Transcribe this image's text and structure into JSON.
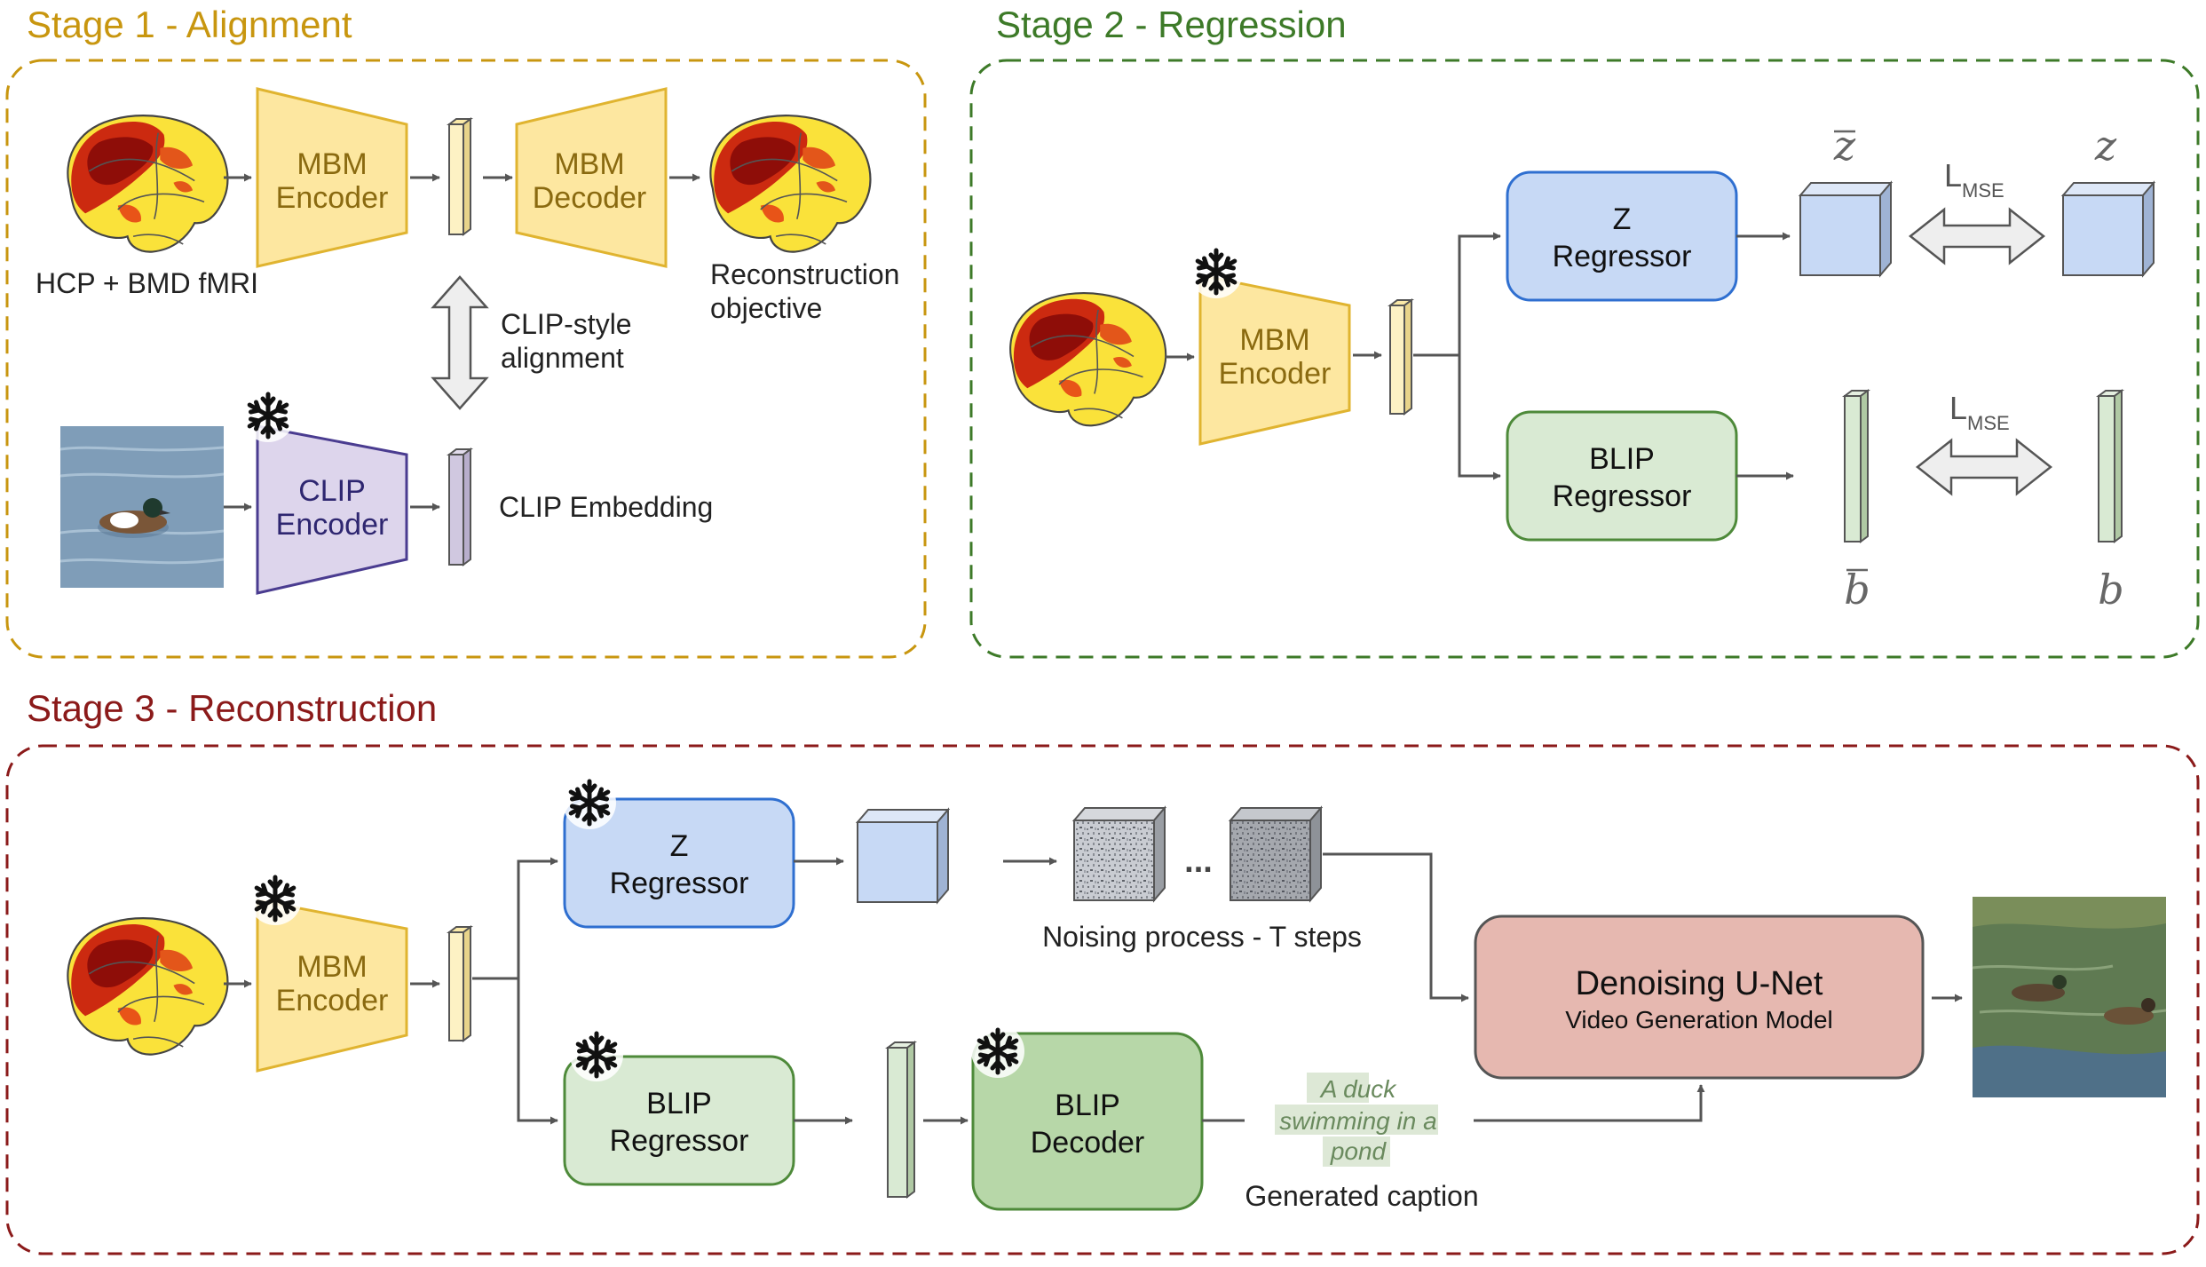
{
  "colors": {
    "stage1": "#c8960f",
    "stage2": "#3d7a28",
    "stage3": "#8b1a1a",
    "mbm_fill": "#fde7a0",
    "mbm_stroke": "#e0b430",
    "mbm_text": "#8a6a10",
    "clip_fill": "#ddd5ec",
    "clip_stroke": "#4a3c90",
    "clip_text": "#2e2670",
    "z_fill": "#c7d9f5",
    "z_stroke": "#2f6fd0",
    "blip_fill": "#d9ead3",
    "blip_stroke": "#4e8a3a",
    "blip_dec_fill": "#b7d7a8",
    "unet_fill": "#e6b8b0",
    "unet_stroke": "#555555"
  },
  "stage1": {
    "title": "Stage 1 - Alignment",
    "input_label": "HCP + BMD fMRI",
    "mbm_encoder": [
      "MBM",
      "Encoder"
    ],
    "mbm_decoder": [
      "MBM",
      "Decoder"
    ],
    "reconstruction_objective": [
      "Reconstruction",
      "objective"
    ],
    "alignment": [
      "CLIP-style",
      "alignment"
    ],
    "clip_encoder": [
      "CLIP",
      "Encoder"
    ],
    "clip_embedding": "CLIP Embedding"
  },
  "stage2": {
    "title": "Stage 2 - Regression",
    "mbm_encoder": [
      "MBM",
      "Encoder"
    ],
    "z_regressor": [
      "Z",
      "Regressor"
    ],
    "blip_regressor": [
      "BLIP",
      "Regressor"
    ],
    "z_bar": "z",
    "z": "z",
    "b_bar": "b",
    "b": "b",
    "loss": "L",
    "loss_sub": "MSE"
  },
  "stage3": {
    "title": "Stage 3 - Reconstruction",
    "mbm_encoder": [
      "MBM",
      "Encoder"
    ],
    "z_regressor": [
      "Z",
      "Regressor"
    ],
    "blip_regressor": [
      "BLIP",
      "Regressor"
    ],
    "blip_decoder": [
      "BLIP",
      "Decoder"
    ],
    "ellipsis": "...",
    "noising": "Noising process - T steps",
    "caption_text": [
      "A duck",
      "swimming in a",
      "pond"
    ],
    "generated_caption": "Generated caption",
    "unet_title": "Denoising U-Net",
    "unet_sub": "Video Generation Model"
  },
  "icons": [
    "brain-fmri-icon",
    "snowflake-icon",
    "duck-image",
    "noise-cube-icon",
    "video-frame-image"
  ]
}
